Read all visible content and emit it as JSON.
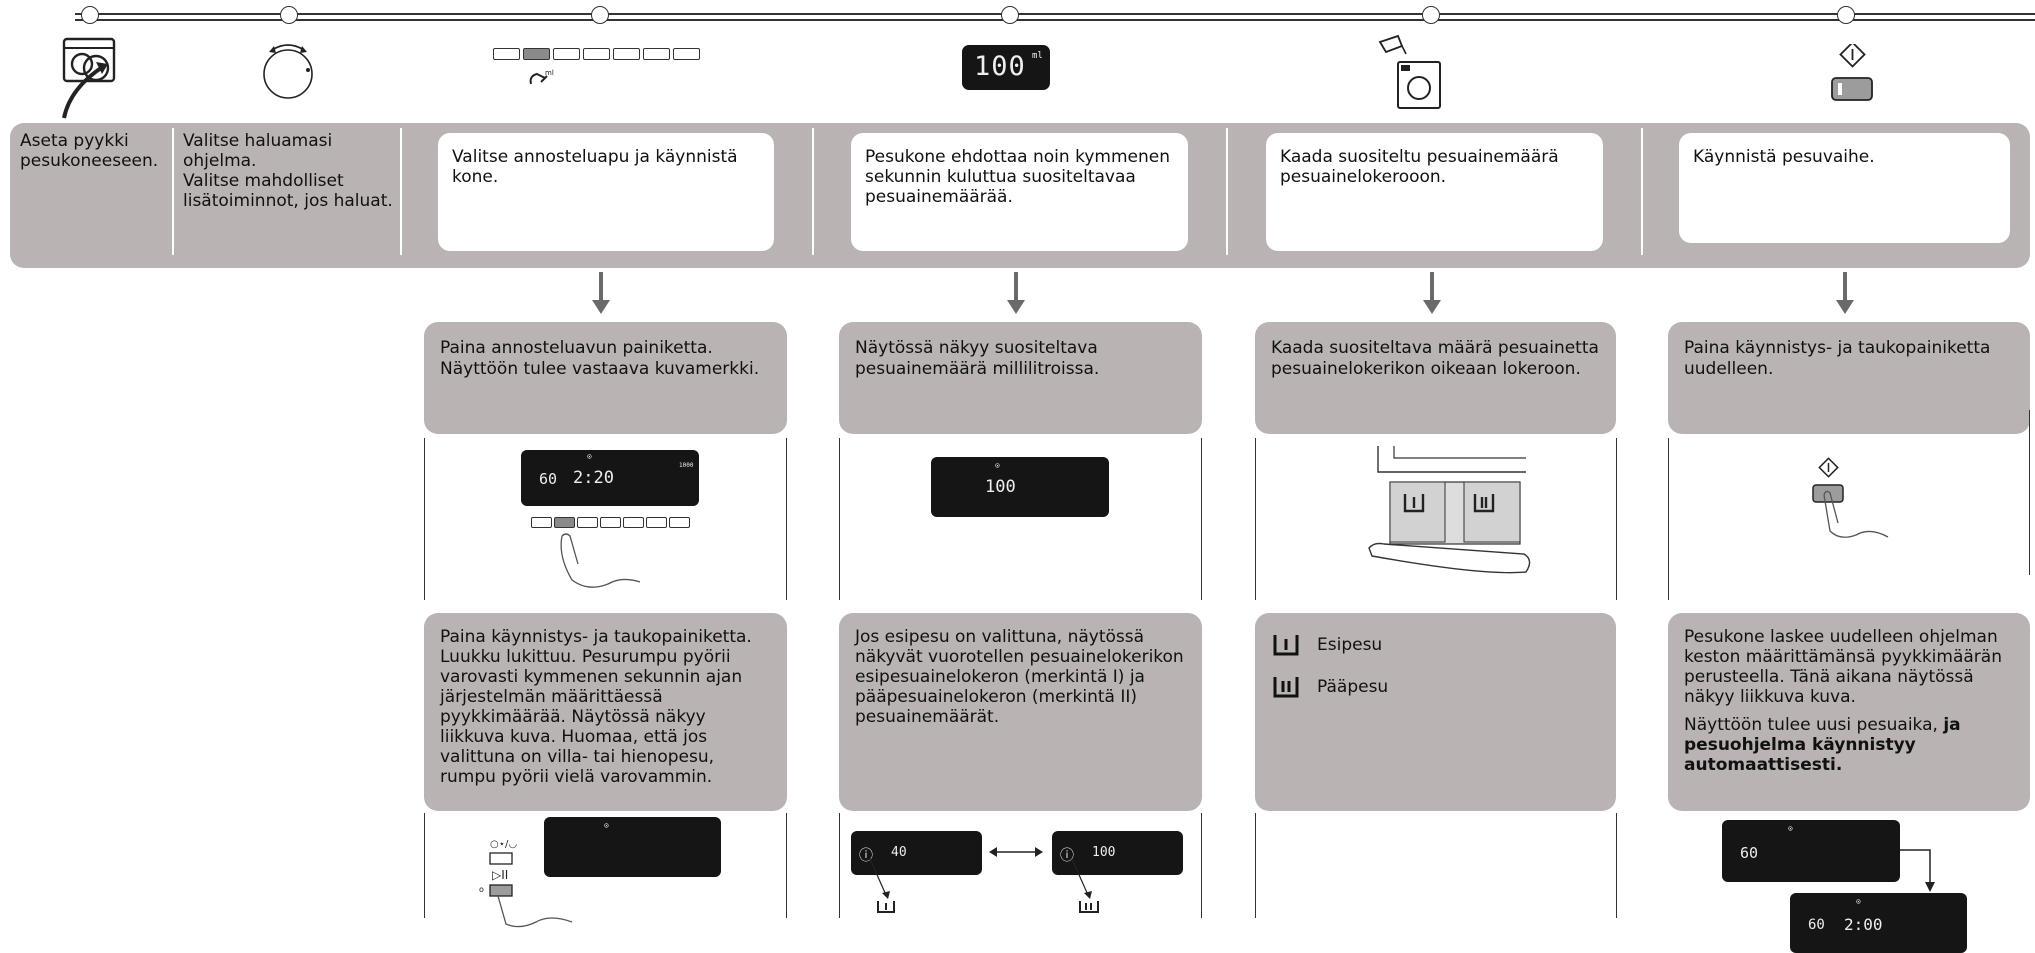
{
  "steps": [
    {
      "text_lines": [
        "Aseta pyykki",
        "pesukoneeseen."
      ]
    },
    {
      "text_lines": [
        "Valitse haluamasi",
        "ohjelma.",
        "Valitse mahdolliset",
        "lisätoiminnot, jos haluat."
      ]
    },
    {
      "text": "Valitse annosteluapu ja käynnistä kone."
    },
    {
      "text": "Pesukone ehdottaa noin kymmenen sekunnin kuluttua suositeltavaa pesuainemäärää."
    },
    {
      "text": "Kaada suositeltu pesuainemäärä pesuainelokerooon."
    },
    {
      "text": "Käynnistä pesuvaihe."
    }
  ],
  "detail_top": [
    "Paina annosteluavun painiketta. Näyttöön tulee vastaava kuvamerkki.",
    "Näytössä näkyy suositeltava pesuainemäärä millilitroissa.",
    "Kaada suositeltava määrä pesuainetta pesuainelokerikon oikeaan lokeroon.",
    "Paina käynnistys- ja taukopainiketta uudelleen."
  ],
  "detail_bottom": {
    "col1": "Paina käynnistys- ja taukopainiketta. Luukku lukittuu. Pesurumpu pyörii varovasti kymmenen sekunnin ajan järjestelmän määrittäessä pyykkimäärää. Näytössä näkyy liikkuva kuva. Huomaa, että jos valittuna on villa- tai hienopesu, rumpu pyörii vielä varovammin.",
    "col2": "Jos esipesu on valittuna, näytössä näkyvät vuorotellen pesuainelokerikon esipesuainelokeron (merkintä I) ja pääpesuainelokeron (merkintä II) pesuainemäärät.",
    "col3_items": [
      "Esipesu",
      "Pääpesu"
    ],
    "col4_p1": "Pesukone laskee uudelleen ohjelman keston määrittämänsä pyykkimäärän perusteella. Tänä aikana näytössä näkyy liikkuva kuva.",
    "col4_p2_plain": "Näyttöön tulee uusi pesuaika, ",
    "col4_p2_bold": "ja pesuohjelma käynnistyy automaattisesti."
  },
  "displays": {
    "top_lcd": "100",
    "top_lcd_unit": "ml",
    "d1_temp": "60",
    "d1_time": "2:20",
    "d2_value": "100",
    "d_pre_value": "40",
    "d_main_value": "100",
    "d_final_temp": "60",
    "d_final_time": "2:00",
    "rpm": "1000"
  },
  "icon_names": [
    "laundry-loading-icon",
    "program-dial-icon",
    "dosing-buttons-icon",
    "lcd-display-icon",
    "detergent-pour-icon",
    "start-pause-icon",
    "pointing-hand-icon",
    "detergent-drawer-icon",
    "prewash-compartment-icon",
    "mainwash-compartment-icon"
  ]
}
